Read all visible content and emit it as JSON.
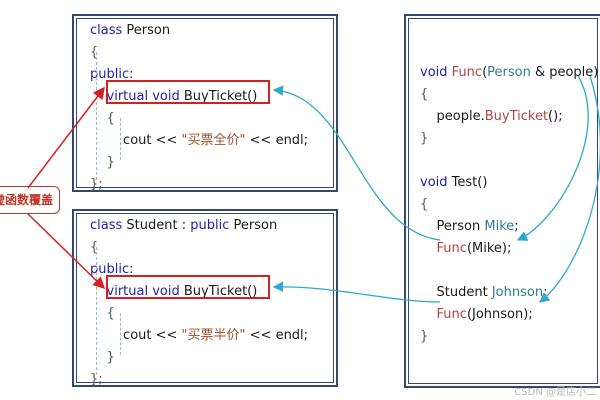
{
  "person_box": {
    "lines": [
      [
        {
          "t": "class ",
          "c": "kw"
        },
        {
          "t": "Person",
          "c": ""
        }
      ],
      [
        {
          "t": "{",
          "c": "op"
        }
      ],
      [
        {
          "t": "public:",
          "c": "kw"
        }
      ],
      [
        {
          "t": "    ",
          "c": ""
        },
        {
          "t": "virtual void ",
          "c": "kw"
        },
        {
          "t": "BuyTicket()",
          "c": ""
        }
      ],
      [
        {
          "t": "    {",
          "c": "op"
        }
      ],
      [
        {
          "t": "        cout << ",
          "c": ""
        },
        {
          "t": "\"买票全价\"",
          "c": "str"
        },
        {
          "t": " << endl;",
          "c": ""
        }
      ],
      [
        {
          "t": "    }",
          "c": "op"
        }
      ],
      [
        {
          "t": "};",
          "c": "op"
        }
      ]
    ]
  },
  "student_box": {
    "lines": [
      [
        {
          "t": "class ",
          "c": "kw"
        },
        {
          "t": "Student",
          "c": ""
        },
        {
          "t": " : ",
          "c": ""
        },
        {
          "t": "public ",
          "c": "kw"
        },
        {
          "t": "Person",
          "c": ""
        }
      ],
      [
        {
          "t": "{",
          "c": "op"
        }
      ],
      [
        {
          "t": "public:",
          "c": "kw"
        }
      ],
      [
        {
          "t": "    ",
          "c": ""
        },
        {
          "t": "virtual void ",
          "c": "kw"
        },
        {
          "t": "BuyTicket()",
          "c": ""
        }
      ],
      [
        {
          "t": "    {",
          "c": "op"
        }
      ],
      [
        {
          "t": "        cout << ",
          "c": ""
        },
        {
          "t": "\"买票半价\"",
          "c": "str"
        },
        {
          "t": " << endl;",
          "c": ""
        }
      ],
      [
        {
          "t": "    }",
          "c": "op"
        }
      ],
      [
        {
          "t": "};",
          "c": "op"
        }
      ]
    ]
  },
  "test_box": {
    "lines": [
      [
        {
          "t": "void ",
          "c": "kw"
        },
        {
          "t": "Func",
          "c": "fn"
        },
        {
          "t": "(",
          "c": ""
        },
        {
          "t": "Person",
          "c": "typ"
        },
        {
          "t": " & people)",
          "c": ""
        }
      ],
      [
        {
          "t": "{",
          "c": "op"
        }
      ],
      [
        {
          "t": "    people.",
          "c": ""
        },
        {
          "t": "BuyTicket",
          "c": "fn"
        },
        {
          "t": "();",
          "c": ""
        }
      ],
      [
        {
          "t": "}",
          "c": "op"
        }
      ],
      [
        {
          "t": "",
          "c": ""
        }
      ],
      [
        {
          "t": "void ",
          "c": "kw"
        },
        {
          "t": "Test",
          "c": ""
        },
        {
          "t": "()",
          "c": ""
        }
      ],
      [
        {
          "t": "{",
          "c": "op"
        }
      ],
      [
        {
          "t": "    Person ",
          "c": ""
        },
        {
          "t": "Mike",
          "c": "typ"
        },
        {
          "t": ";",
          "c": ""
        }
      ],
      [
        {
          "t": "    ",
          "c": ""
        },
        {
          "t": "Func",
          "c": "fn"
        },
        {
          "t": "(Mike);",
          "c": ""
        }
      ],
      [
        {
          "t": "",
          "c": ""
        }
      ],
      [
        {
          "t": "    Student ",
          "c": ""
        },
        {
          "t": "Johnson",
          "c": "typ"
        },
        {
          "t": ";",
          "c": ""
        }
      ],
      [
        {
          "t": "    ",
          "c": ""
        },
        {
          "t": "Func",
          "c": "fn"
        },
        {
          "t": "(Johnson);",
          "c": ""
        }
      ],
      [
        {
          "t": "}",
          "c": "op"
        }
      ]
    ]
  },
  "callout": {
    "label": "虚函数覆盖"
  },
  "watermark": "CSDN @是店小二",
  "colors": {
    "arrow_red": "#d62020",
    "arrow_blue": "#2fa8cf",
    "border": "#2f4a6e"
  }
}
